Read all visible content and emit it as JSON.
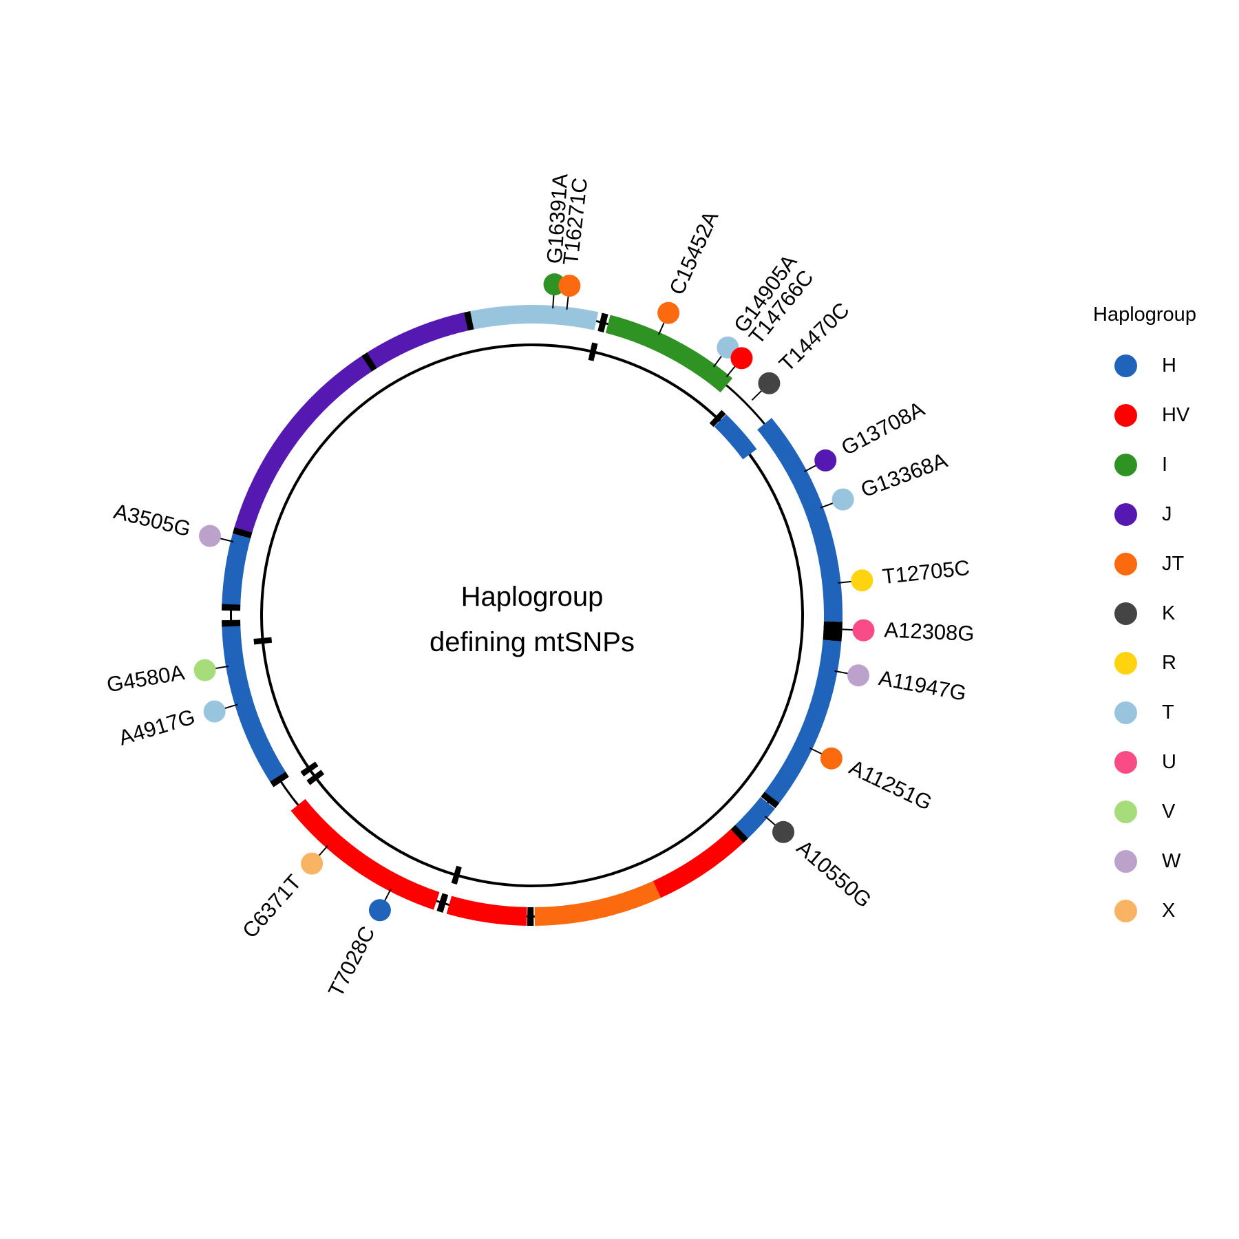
{
  "chart_data": {
    "type": "circular-track",
    "title": "Haplogroup defining mtSNPs",
    "center_text": [
      "Haplogroup",
      "defining mtSNPs"
    ],
    "genome_length": 16569,
    "orientation": "counterclockwise positions from top (angle = (16569 - pos)/16569*360 clockwise)",
    "legend": {
      "title": "Haplogroup",
      "position": "right",
      "items": [
        {
          "label": "H",
          "color": "#1F63BA"
        },
        {
          "label": "HV",
          "color": "#FF0000"
        },
        {
          "label": "I",
          "color": "#2E9322"
        },
        {
          "label": "J",
          "color": "#5519B2"
        },
        {
          "label": "JT",
          "color": "#FB6A0E"
        },
        {
          "label": "K",
          "color": "#444444"
        },
        {
          "label": "R",
          "color": "#FFD30F"
        },
        {
          "label": "T",
          "color": "#98C4DD"
        },
        {
          "label": "U",
          "color": "#F94B86"
        },
        {
          "label": "V",
          "color": "#A6DC7A"
        },
        {
          "label": "W",
          "color": "#BCA2CB"
        },
        {
          "label": "X",
          "color": "#F8B462"
        }
      ]
    },
    "snps": [
      {
        "label": "G16391A",
        "position": 16391,
        "haplogroup": "I"
      },
      {
        "label": "T16271C",
        "position": 16271,
        "haplogroup": "JT"
      },
      {
        "label": "C15452A",
        "position": 15452,
        "haplogroup": "JT"
      },
      {
        "label": "G14905A",
        "position": 14905,
        "haplogroup": "T"
      },
      {
        "label": "T14766C",
        "position": 14766,
        "haplogroup": "HV"
      },
      {
        "label": "T14470C",
        "position": 14470,
        "haplogroup": "K"
      },
      {
        "label": "G13708A",
        "position": 13708,
        "haplogroup": "J"
      },
      {
        "label": "G13368A",
        "position": 13368,
        "haplogroup": "T"
      },
      {
        "label": "T12705C",
        "position": 12705,
        "haplogroup": "R"
      },
      {
        "label": "A12308G",
        "position": 12308,
        "haplogroup": "U"
      },
      {
        "label": "A11947G",
        "position": 11947,
        "haplogroup": "W"
      },
      {
        "label": "A11251G",
        "position": 11251,
        "haplogroup": "JT"
      },
      {
        "label": "A10550G",
        "position": 10550,
        "haplogroup": "K"
      },
      {
        "label": "T7028C",
        "position": 7028,
        "haplogroup": "H"
      },
      {
        "label": "C6371T",
        "position": 6371,
        "haplogroup": "X"
      },
      {
        "label": "G4580A",
        "position": 4580,
        "haplogroup": "V"
      },
      {
        "label": "A4917G",
        "position": 4917,
        "haplogroup": "T"
      },
      {
        "label": "A3505G",
        "position": 3505,
        "haplogroup": "W"
      }
    ],
    "outer_segments_deg": [
      {
        "start": 348.5,
        "end": 360,
        "haplogroup": "T"
      },
      {
        "start": 0,
        "end": 12.3,
        "haplogroup": "T"
      },
      {
        "start": 14.6,
        "end": 40.2,
        "haplogroup": "I"
      },
      {
        "start": 50.5,
        "end": 91.2,
        "haplogroup": "H"
      },
      {
        "start": 94.8,
        "end": 127.5,
        "haplogroup": "H"
      },
      {
        "start": 128.5,
        "end": 136.0,
        "haplogroup": "H"
      },
      {
        "start": 137.0,
        "end": 155.5,
        "haplogroup": "HV"
      },
      {
        "start": 155.5,
        "end": 179.5,
        "haplogroup": "JT"
      },
      {
        "start": 181.0,
        "end": 196.0,
        "haplogroup": "HV"
      },
      {
        "start": 198.5,
        "end": 231.0,
        "haplogroup": "HV"
      },
      {
        "start": 237.5,
        "end": 268.0,
        "haplogroup": "H"
      },
      {
        "start": 272.0,
        "end": 285.3,
        "haplogroup": "H"
      },
      {
        "start": 286.5,
        "end": 326.8,
        "haplogroup": "J"
      },
      {
        "start": 327.8,
        "end": 347.3,
        "haplogroup": "J"
      }
    ],
    "outer_ticks_deg": [
      13.6,
      91.8,
      92.6,
      93.4,
      94.2,
      127.8,
      136.5,
      180.3,
      197.3,
      237.0,
      268.5,
      271.5,
      285.9,
      327.3,
      347.9
    ],
    "inner_segments_deg": [
      {
        "start": 44.0,
        "end": 53.5,
        "haplogroup": "H"
      }
    ],
    "inner_ticks_deg": [
      13.0,
      43.3,
      196.2,
      233.2,
      235.4,
      264.6
    ]
  }
}
